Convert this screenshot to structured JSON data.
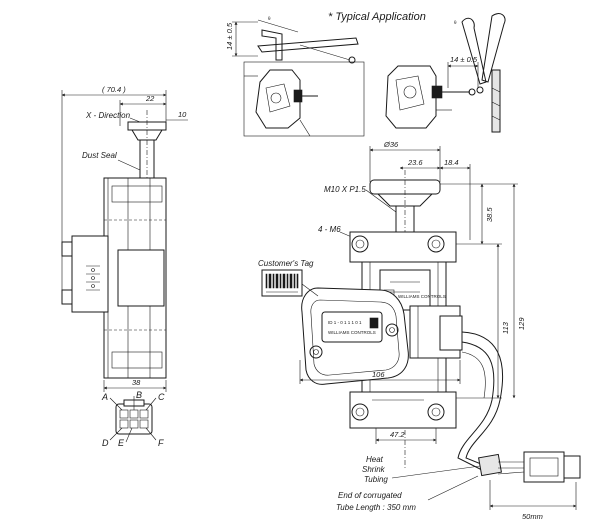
{
  "title": "* Typical Application",
  "dimensions": {
    "overall_height": "( 70.4 )",
    "shaft_offset": "22",
    "shaft_tip": "10",
    "body_depth": "38",
    "arm_height_left": "14 ± 0.5",
    "arm_height_right": "14 ± 0.5",
    "shaft_diameter": "Ø36",
    "dim_23_6": "23.6",
    "dim_18_4": "18.4",
    "dim_38_5": "38.5",
    "dim_113": "113",
    "dim_129": "129",
    "dim_106": "106",
    "dim_47_2": "47.2",
    "lead_length": "50mm"
  },
  "labels": {
    "x_direction": "X - Direction",
    "dust_seal": "Dust Seal",
    "thread": "M10 X P1.5",
    "mount_holes": "4 - M6",
    "customer_tag": "Customer's Tag",
    "heat_shrink_1": "Heat",
    "heat_shrink_2": "Shrink",
    "heat_shrink_3": "Tubing",
    "corrugated_1": "End of corrugated",
    "corrugated_2": "Tube Length : 350 mm",
    "angle_marker": "θ",
    "brand": "WILLIAMS CONTROLS",
    "part_code": "ID 1 - 0 1 1 1 0 1"
  },
  "pins": [
    "A",
    "B",
    "C",
    "D",
    "E",
    "F"
  ]
}
